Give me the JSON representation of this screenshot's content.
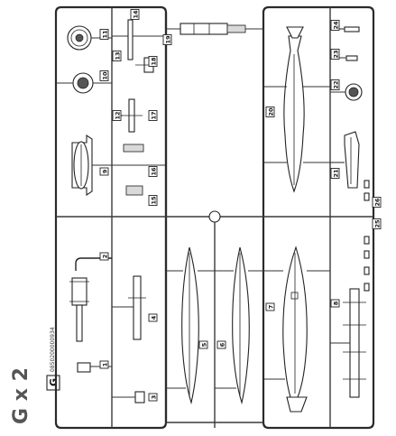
{
  "sprue": {
    "letter": "G",
    "quantity": "G x 2",
    "code": "0850200000934"
  },
  "part_numbers": [
    "1",
    "2",
    "3",
    "4",
    "5",
    "6",
    "7",
    "8",
    "9",
    "10",
    "11",
    "12",
    "13",
    "14",
    "15",
    "16",
    "17",
    "18",
    "19",
    "20",
    "21",
    "22",
    "23",
    "24",
    "25",
    "26"
  ]
}
